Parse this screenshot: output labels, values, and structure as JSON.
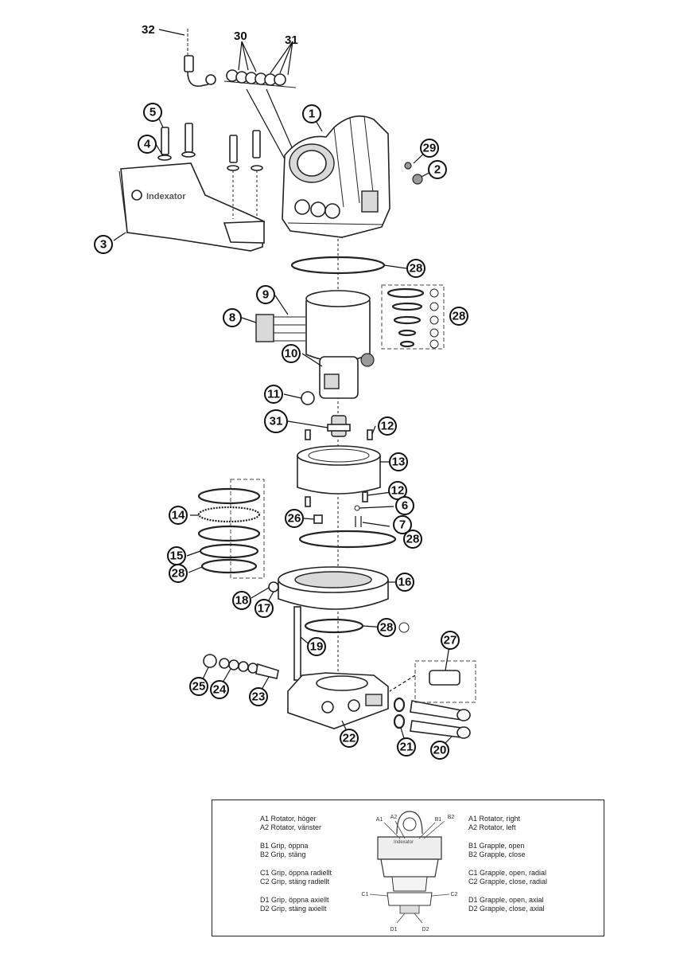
{
  "callouts": [
    "1",
    "2",
    "3",
    "4",
    "5",
    "6",
    "7",
    "8",
    "9",
    "10",
    "11",
    "12",
    "13",
    "14",
    "15",
    "16",
    "17",
    "18",
    "19",
    "20",
    "21",
    "22",
    "23",
    "24",
    "25",
    "26",
    "27",
    "28",
    "29",
    "30",
    "31",
    "32"
  ],
  "callout_labels": {
    "n1": "1",
    "n2": "2",
    "n3": "3",
    "n4": "4",
    "n5": "5",
    "n6": "6",
    "n7": "7",
    "n8": "8",
    "n9": "9",
    "n10": "10",
    "n11": "11",
    "n12a": "12",
    "n12b": "12",
    "n13": "13",
    "n14": "14",
    "n15": "15",
    "n16": "16",
    "n17": "17",
    "n18": "18",
    "n19": "19",
    "n20": "20",
    "n21": "21",
    "n22": "22",
    "n23": "23",
    "n24": "24",
    "n25": "25",
    "n26": "26",
    "n27": "27",
    "n28a": "28",
    "n28b": "28",
    "n28c": "28",
    "n28d": "28",
    "n28e": "28",
    "n29": "29",
    "n30": "30",
    "n31a": "31",
    "n31b": "31",
    "n32": "32"
  },
  "logo_text": "Indexator",
  "rotator_logo_text": "Indexator",
  "legend": {
    "left_col": [
      [
        "A1 Rotator, höger",
        "A2 Rotator, vänster"
      ],
      [
        "B1 Grip, öppna",
        "B2 Grip, stäng"
      ],
      [
        "C1 Grip, öppna radiellt",
        "C2 Grip, stäng radiellt"
      ],
      [
        "D1 Grip, öppna axiellt",
        "D2 Grip, stäng axiellt"
      ]
    ],
    "right_col": [
      [
        "A1 Rotator, right",
        "A2 Rotator, left"
      ],
      [
        "B1 Grapple, open",
        "B2 Grapple, close"
      ],
      [
        "C1 Grapple, open, radial",
        "C2 Grapple, close, radial"
      ],
      [
        "D1 Grapple, open, axial",
        "D2 Grapple, close, axial"
      ]
    ],
    "port_labels": {
      "a1": "A1",
      "a2": "A2",
      "b1": "B1",
      "b2": "B2",
      "c1": "C1",
      "c2": "C2",
      "d1": "D1",
      "d2": "D2"
    }
  }
}
